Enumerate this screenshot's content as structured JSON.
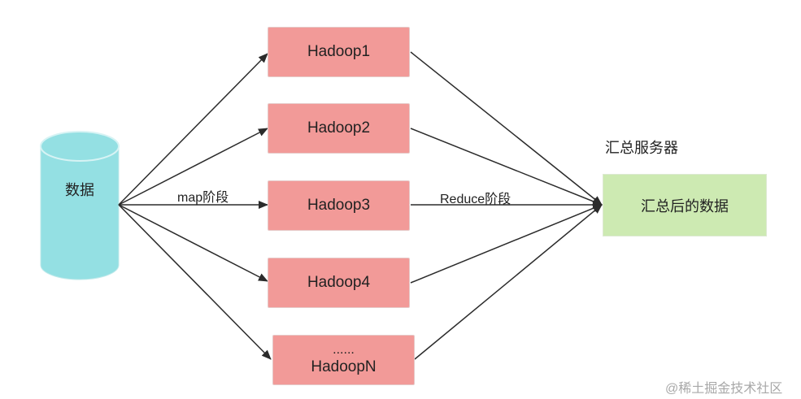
{
  "source": {
    "label": "数据"
  },
  "stage_labels": {
    "map": "map阶段",
    "reduce": "Reduce阶段"
  },
  "nodes": [
    {
      "label": "Hadoop1"
    },
    {
      "label": "Hadoop2"
    },
    {
      "label": "Hadoop3"
    },
    {
      "label": "Hadoop4"
    },
    {
      "ellipsis": "......",
      "label": "HadoopN"
    }
  ],
  "server": {
    "title": "汇总服务器",
    "box_label": "汇总后的数据"
  },
  "watermark": "@稀土掘金技术社区",
  "colors": {
    "cylinder": "#94e0e3",
    "node": "#f29a98",
    "target": "#cdeab2",
    "edge": "#2b2b2b"
  }
}
